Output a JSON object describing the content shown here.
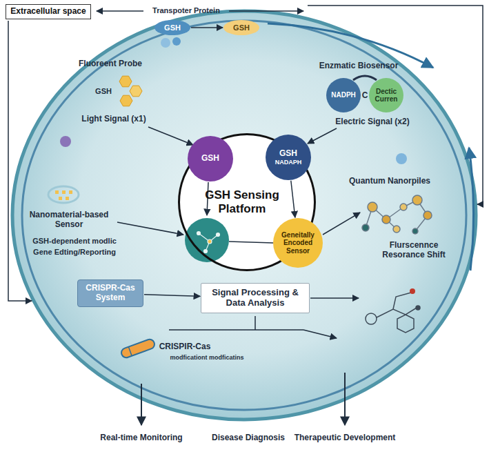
{
  "diagram": {
    "nodes": [
      {
        "text": [
          "Extracellular space"
        ]
      },
      {
        "text": [
          "GSH"
        ]
      },
      {
        "text": [
          "GSH"
        ]
      },
      {
        "text": [
          "NADPH"
        ]
      },
      {
        "text": [
          "Dectic Curren"
        ]
      },
      {
        "text": [
          "GSH Sensing Platform"
        ]
      },
      {
        "text": [
          "GSH"
        ],
        "in": 5
      },
      {
        "text": [
          "GSH",
          "NADAPH"
        ],
        "in": 5
      },
      {
        "text": [
          "Geneitally Encoded Sensor"
        ],
        "in": 5
      },
      {
        "text": [
          "CRISPR-Cas System"
        ]
      },
      {
        "text": [
          "Signal Processing & Data Analysis"
        ]
      }
    ],
    "edges": [
      {
        "from": 1,
        "to": 2,
        "arrow": "to"
      },
      {
        "from": 7,
        "to": 8,
        "arrow": "to"
      },
      {
        "from": 9,
        "to": 10,
        "arrow": "to"
      }
    ],
    "labels": [
      "Transpoter Protein",
      "Fluoreent Probe",
      "GSH",
      "Light Signal (x1)",
      "Enzmatic Biosensor",
      "C",
      "Electric Signal (x2)",
      "Quantum Nanorpiles",
      "Flurscennce Resorance Shift",
      "Nanomaterial-based Sensor",
      "GSH-dependent modlic",
      "Gene Edting/Reporting",
      "CRISPIR-Cas",
      "modficationt modficatins",
      "Real-time Monitoring",
      "Disease Diagnosis",
      "Therapeutic Development"
    ]
  }
}
